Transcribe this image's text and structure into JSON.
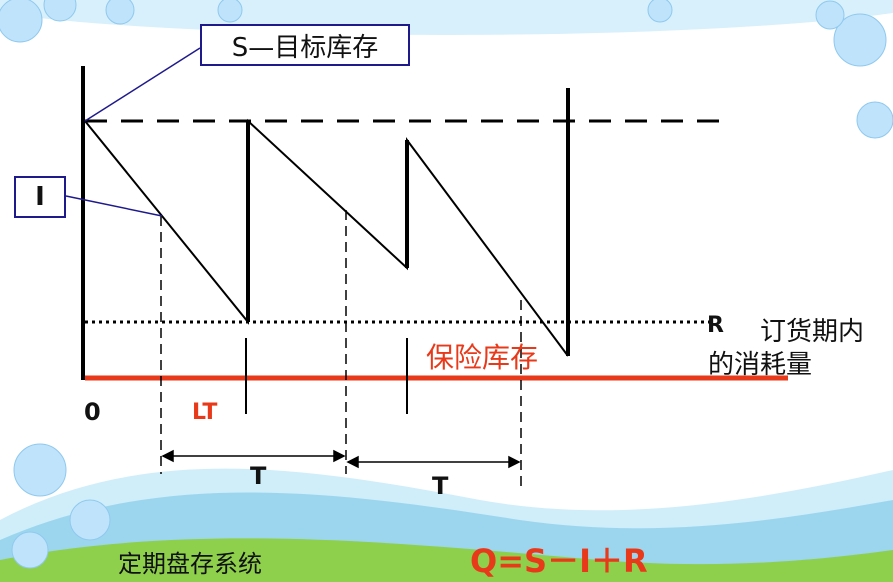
{
  "labels": {
    "target_inventory": "S—目标库存",
    "i_box": "I",
    "origin": "0",
    "lead_time": "LT",
    "period_1": "T",
    "period_2": "T",
    "r_label": "R",
    "lead_consumption_line1": "订货期内",
    "lead_consumption_line2": "的消耗量",
    "safety_stock": "保险库存",
    "system_name": "定期盘存系统",
    "formula": "Q=S－I＋R"
  },
  "colors": {
    "red": "#e83a1a",
    "dark": "#000000",
    "blue_line": "#1f1a8c",
    "sky": "#bfe6f7",
    "grass": "#8ccf2e"
  },
  "icons": [
    "flower-decoration",
    "hill-decoration"
  ]
}
